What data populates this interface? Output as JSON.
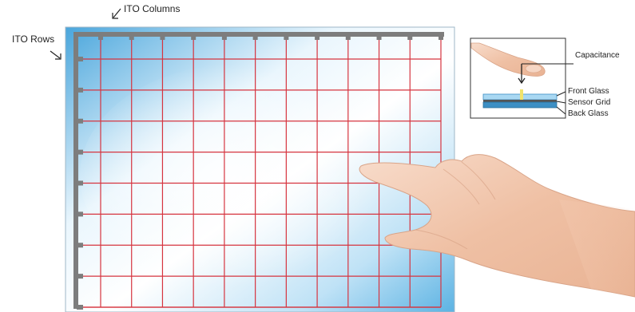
{
  "labels": {
    "ito_columns": "ITO Columns",
    "ito_rows": "ITO Rows",
    "capacitance": "Capacitance",
    "front_glass": "Front Glass",
    "sensor_grid": "Sensor Grid",
    "back_glass": "Back Glass"
  },
  "grid": {
    "columns": 12,
    "rows": 9
  },
  "colors": {
    "grid_line": "#d6343f",
    "electrode": "#7d7d7d",
    "panel_light": "#ffffff",
    "panel_blue": "#6fc0ea",
    "skin": "#f3c7ad",
    "front_glass": "#a9d8f2",
    "back_glass": "#3d8fc4",
    "capacitance_marker": "#f1e36a"
  },
  "icons": {
    "column_arrow": "arrow-down-left-icon",
    "row_arrow": "arrow-down-right-icon"
  }
}
